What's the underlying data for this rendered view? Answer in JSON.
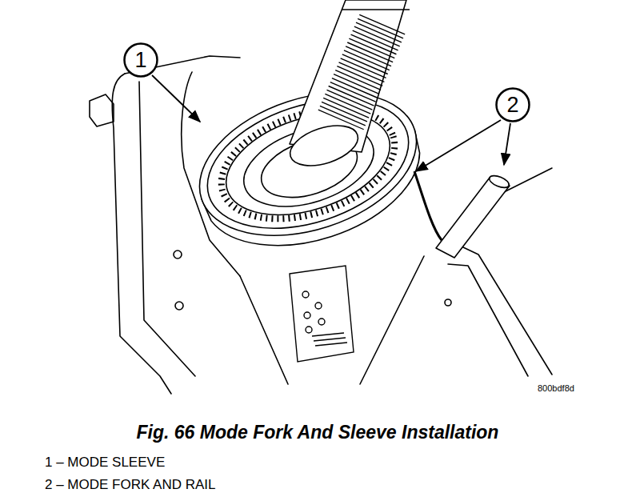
{
  "diagram": {
    "caption": "Fig. 66 Mode Fork And Sleeve Installation",
    "nodes": [
      {
        "text": [
          "1"
        ]
      },
      {
        "text": [
          "2"
        ]
      }
    ],
    "edges": [],
    "labels": [
      "800bdf8d",
      "1 – MODE SLEEVE",
      "2 – MODE FORK AND RAIL"
    ]
  }
}
